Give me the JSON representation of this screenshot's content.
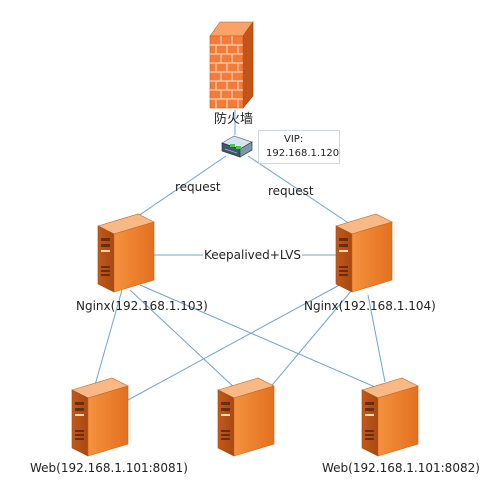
{
  "firewall": {
    "label": "防火墙",
    "icon": "firewall-brick-wall-icon"
  },
  "router": {
    "icon": "router-switch-icon"
  },
  "vip": {
    "line1": "VIP:",
    "line2": "192.168.1.120"
  },
  "requests": {
    "left": "request",
    "right": "request"
  },
  "link": {
    "label": "Keepalived+LVS"
  },
  "nginx": [
    {
      "label": "Nginx(192.168.1.103)",
      "icon": "server-icon"
    },
    {
      "label": "Nginx(192.168.1.104)",
      "icon": "server-icon"
    }
  ],
  "web": [
    {
      "label": "Web(192.168.1.101:8081)",
      "icon": "server-icon"
    },
    {
      "label": "",
      "icon": "server-icon"
    },
    {
      "label": "Web(192.168.1.101:8082)",
      "icon": "server-icon"
    }
  ],
  "colors": {
    "line": "#6fa3cf",
    "server_front": "#f0832e",
    "server_side": "#c0581c",
    "server_top": "#f7b27b",
    "brick": "#f47b3a",
    "brick_dark": "#d95f22",
    "mortar": "#fbd3b3"
  }
}
